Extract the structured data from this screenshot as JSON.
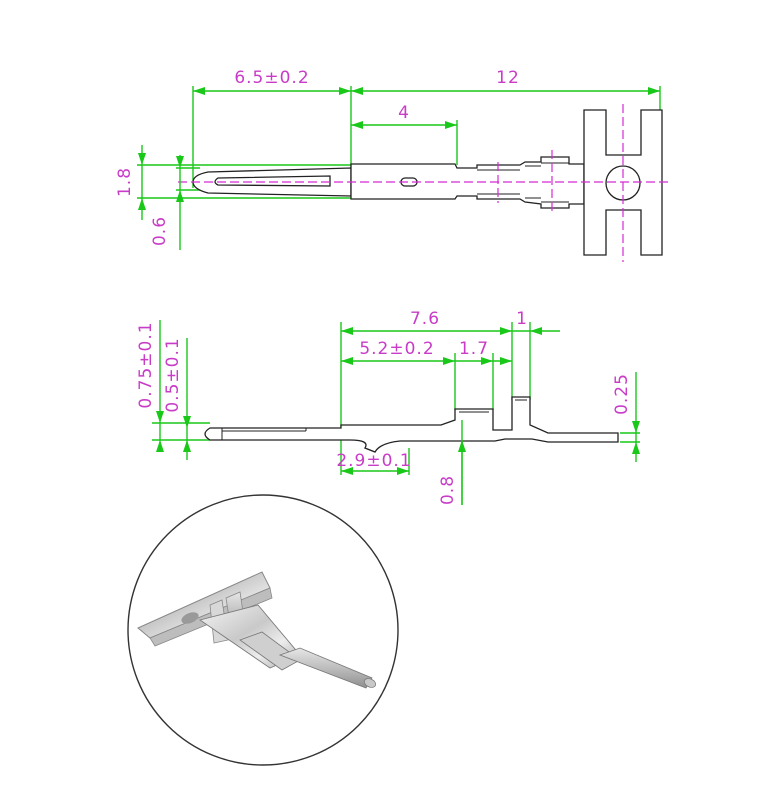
{
  "top_view": {
    "dims": {
      "d_6_5": "6.5±0.2",
      "d_12": "12",
      "d_4": "4",
      "d_1_8": "1.8",
      "d_0_6": "0.6"
    }
  },
  "side_view": {
    "dims": {
      "d_7_6": "7.6",
      "d_1": "1",
      "d_5_2": "5.2±0.2",
      "d_1_7": "1.7",
      "d_0_75": "0.75±0.1",
      "d_0_5": "0.5±0.1",
      "d_0_25": "0.25",
      "d_2_9": "2.9±0.1",
      "d_0_8": "0.8"
    }
  },
  "colors": {
    "dimension_line": "#19c819",
    "dimension_text": "#c83cc8",
    "centerline": "#d42ad4",
    "outline": "#222222"
  }
}
